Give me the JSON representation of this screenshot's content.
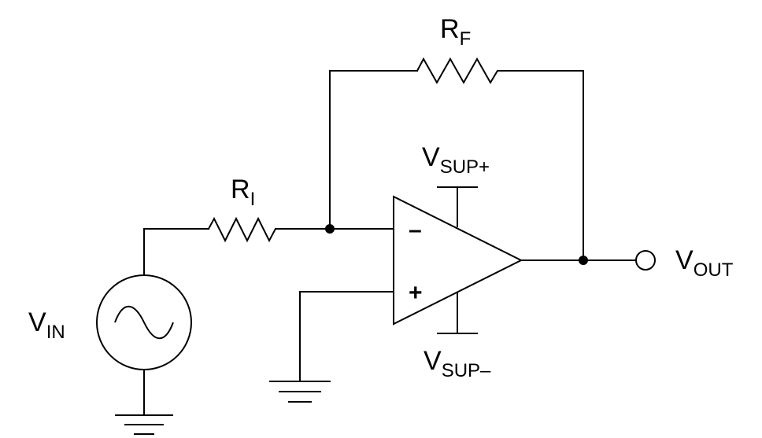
{
  "labels": {
    "rf": {
      "main": "R",
      "sub": "F"
    },
    "ri": {
      "main": "R",
      "sub": "I"
    },
    "vsup_pos": {
      "main": "V",
      "sub": "SUP+"
    },
    "vsup_neg": {
      "main": "V",
      "sub": "SUP–"
    },
    "vin": {
      "main": "V",
      "sub": "IN"
    },
    "vout": {
      "main": "V",
      "sub": "OUT"
    },
    "inverting_pin": "–",
    "noninverting_pin": "+"
  }
}
